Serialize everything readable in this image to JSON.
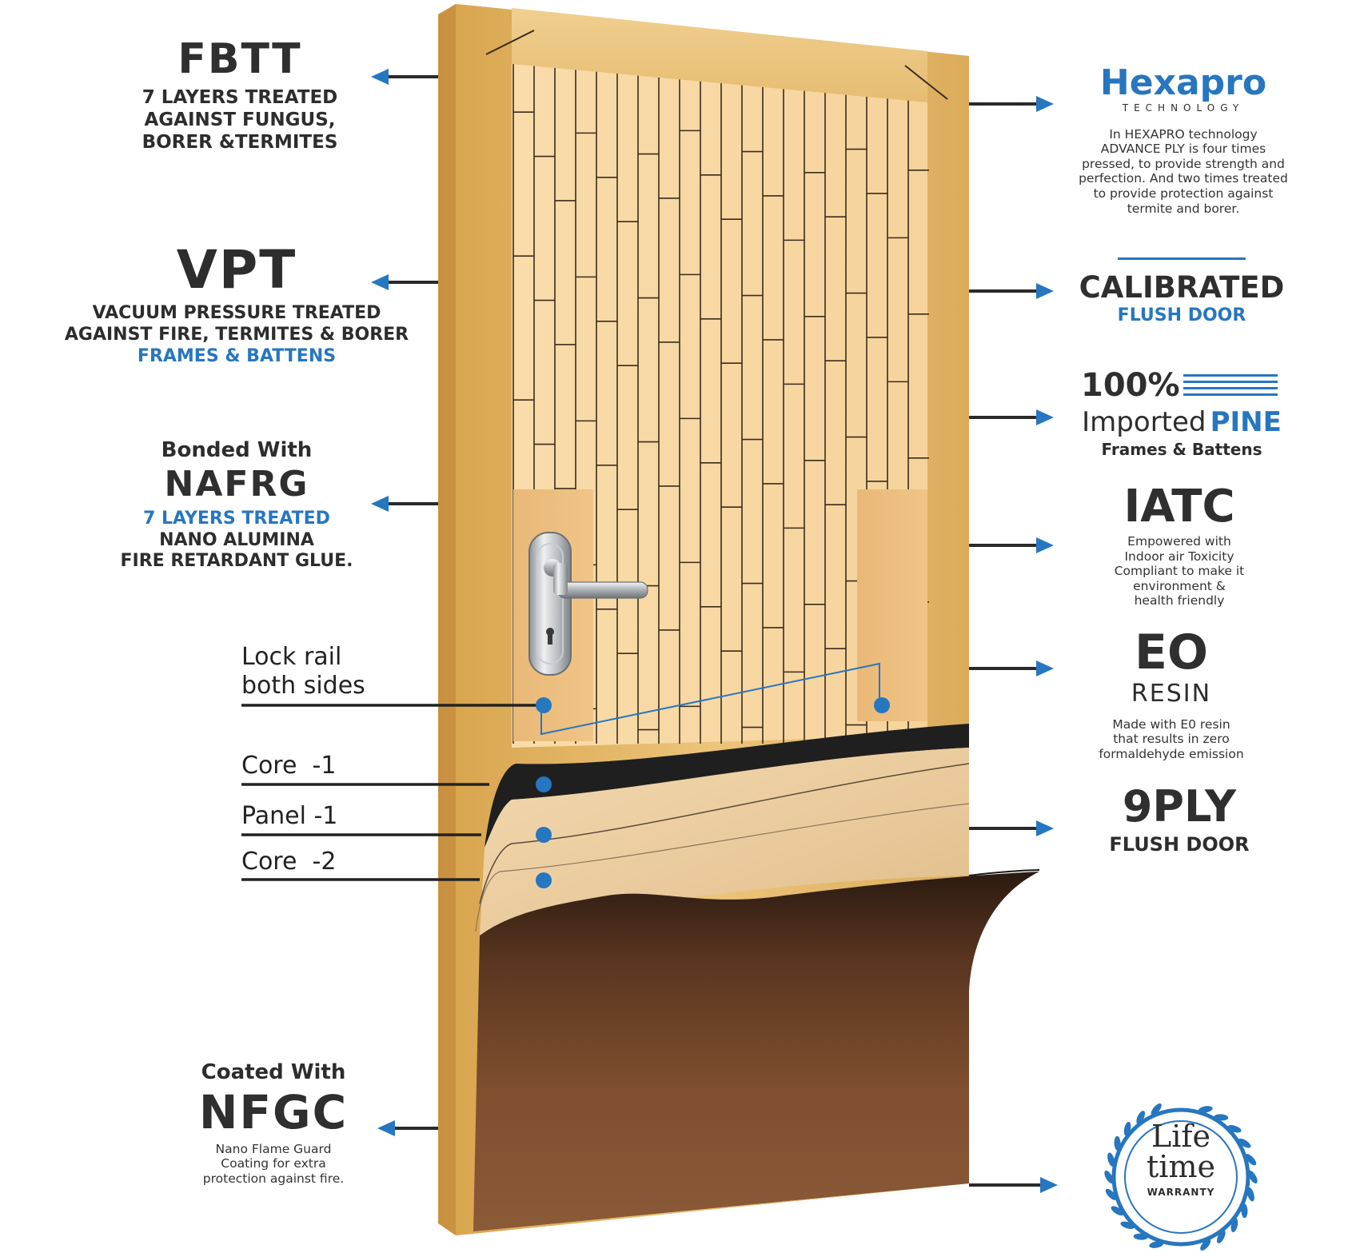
{
  "left": {
    "fbtt": {
      "logo": "FBTT",
      "lines": [
        "7 LAYERS TREATED",
        "AGAINST FUNGUS,",
        "BORER &TERMITES"
      ]
    },
    "vpt": {
      "logo": "VPT",
      "lines": [
        "VACUUM PRESSURE TREATED",
        "AGAINST FIRE, TERMITES & BORER"
      ],
      "highlight": "FRAMES & BATTENS"
    },
    "nafrg": {
      "prefix": "Bonded With",
      "logo": "NAFRG",
      "highlight": "7 LAYERS TREATED",
      "lines": [
        "NANO ALUMINA",
        "FIRE RETARDANT GLUE."
      ]
    },
    "nfgc": {
      "prefix": "Coated With",
      "logo": "NFGC",
      "lines": [
        "Nano Flame Guard",
        "Coating for extra",
        "protection against fire."
      ]
    }
  },
  "layers": {
    "lock_rail": [
      "Lock rail",
      "both sides"
    ],
    "core1": "Core  -1",
    "panel1": "Panel -1",
    "core2": "Core  -2"
  },
  "right": {
    "hexapro": {
      "logo": "Hexapro",
      "sub": "TECHNOLOGY",
      "lines": [
        "In HEXAPRO technology",
        "ADVANCE PLY is four times",
        "pressed, to provide strength and",
        "perfection. And two times treated",
        "to provide protection against",
        "termite and borer."
      ]
    },
    "calibrated": {
      "logo": "CALIBRATED",
      "sub": "FLUSH DOOR"
    },
    "pine": {
      "pct": "100%",
      "imported": "Imported",
      "pine": "PINE",
      "sub": "Frames & Battens"
    },
    "iatc": {
      "logo": "IATC",
      "lines": [
        "Empowered with",
        "Indoor air Toxicity",
        "Compliant to make it",
        "environment &",
        "health friendly"
      ]
    },
    "eo": {
      "logo": "EO",
      "sub": "RESIN",
      "lines": [
        "Made with E0 resin",
        "that results in zero",
        "formaldehyde emission"
      ]
    },
    "ply": {
      "logo": "9PLY",
      "sub": "FLUSH DOOR"
    },
    "warranty": {
      "line1": "Life",
      "line2": "time",
      "line3": "WARRANTY"
    }
  },
  "colors": {
    "accent_blue": "#2776c0",
    "text_dark": "#2d2d2d",
    "frame_wood": "#e2b566",
    "face_veneer": "#7a4a2c"
  }
}
